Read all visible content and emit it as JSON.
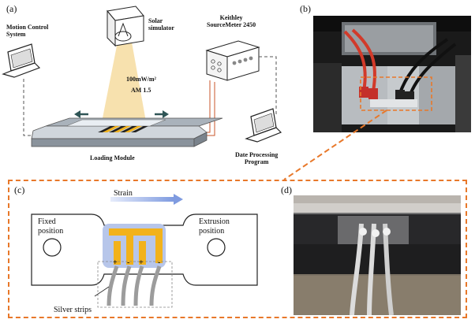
{
  "panels": {
    "a": "(a)",
    "b": "(b)",
    "c": "(c)",
    "d": "(d)"
  },
  "panel_a": {
    "motion_control": "Motion Control\nSystem",
    "solar_simulator": "Solar\nsimulator",
    "keithley": "Keithley\nSourceMeter 2450",
    "irradiance_line1": "100mW/m²",
    "irradiance_line2": "AM 1.5",
    "loading_module": "Loading Module",
    "data_processing": "Date Processing\nProgram"
  },
  "panel_c": {
    "strain": "Strain",
    "fixed_position": "Fixed\nposition",
    "extrusion_position": "Extrusion\nposition",
    "silver_strips": "Silver strips",
    "polarities": [
      "+",
      "-",
      "+",
      "-"
    ]
  },
  "colors": {
    "orange_dashed": "#e8782a",
    "electrode_yellow": "#f2b21b",
    "device_blue": "#b7c6ea",
    "strain_arrow": "#7f9be0",
    "light_beam": "#f6dca0",
    "stage_grey": "#9aa3ad",
    "strip_grey": "#9c9c9c"
  }
}
